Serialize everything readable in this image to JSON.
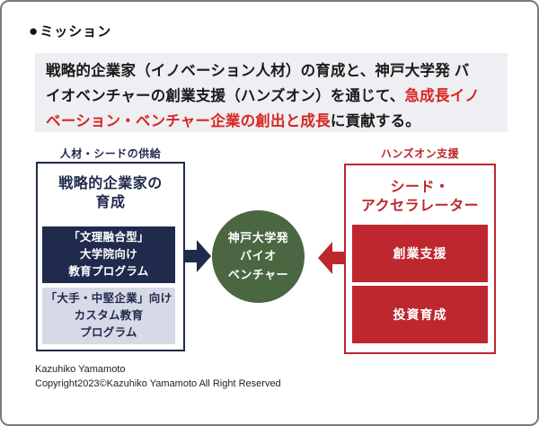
{
  "header": {
    "bullet": "●",
    "title": "ミッション"
  },
  "mission": {
    "line1": "戦略的企業家（イノベーション人材）の育成と、神戸大学発 バ",
    "line2_black": "イオベンチャーの創業支援（ハンズオン）を通じて、",
    "line2_red": "急成長イノ",
    "line3_red": "ベーション・ベンチャー企業の創出と成長",
    "line3_black": "に貢献する。"
  },
  "left": {
    "label": "人材・シードの供給",
    "title_line1": "戦略的企業家の",
    "title_line2": "育成",
    "program1": {
      "lines": [
        "「文理融合型」",
        "大学院向け",
        "教育プログラム"
      ]
    },
    "program2": {
      "lines": [
        "「大手・中堅企業」向け",
        "カスタム教育",
        "プログラム"
      ]
    }
  },
  "center": {
    "lines": [
      "神戸大学発",
      "バイオ",
      "ベンチャー"
    ]
  },
  "right": {
    "label": "ハンズオン支援",
    "title_line1": "シード・",
    "title_line2": "アクセラレーター",
    "box1": "創業支援",
    "box2": "投資育成"
  },
  "footer": {
    "line1": "Kazuhiko Yamamoto",
    "line2": "Copyright2023©Kazuhiko Yamamoto All Right Reserved"
  },
  "colors": {
    "navy": "#1f2a4c",
    "box_red": "#bd272d",
    "text_red": "#d9251f",
    "green": "#4a6742",
    "lavender": "#d8d9e6",
    "mission_bg": "#edeff3",
    "frame_border": "#7a7a7a"
  }
}
